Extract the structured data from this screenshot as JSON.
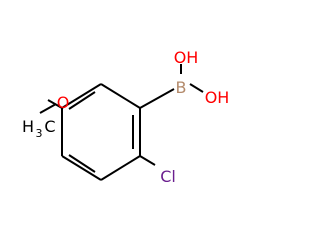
{
  "molecule": {
    "atoms": {
      "oh_top": "OH",
      "oh_right": "OH",
      "boron": "B",
      "oxygen": "O",
      "methyl_h": "H",
      "methyl_sub": "3",
      "methyl_c": "C",
      "chlorine": "Cl"
    },
    "colors": {
      "bond": "#000000",
      "oxygen": "#ff0000",
      "boron": "#b38a6b",
      "chlorine": "#6b1f8f",
      "carbon": "#000000"
    }
  }
}
